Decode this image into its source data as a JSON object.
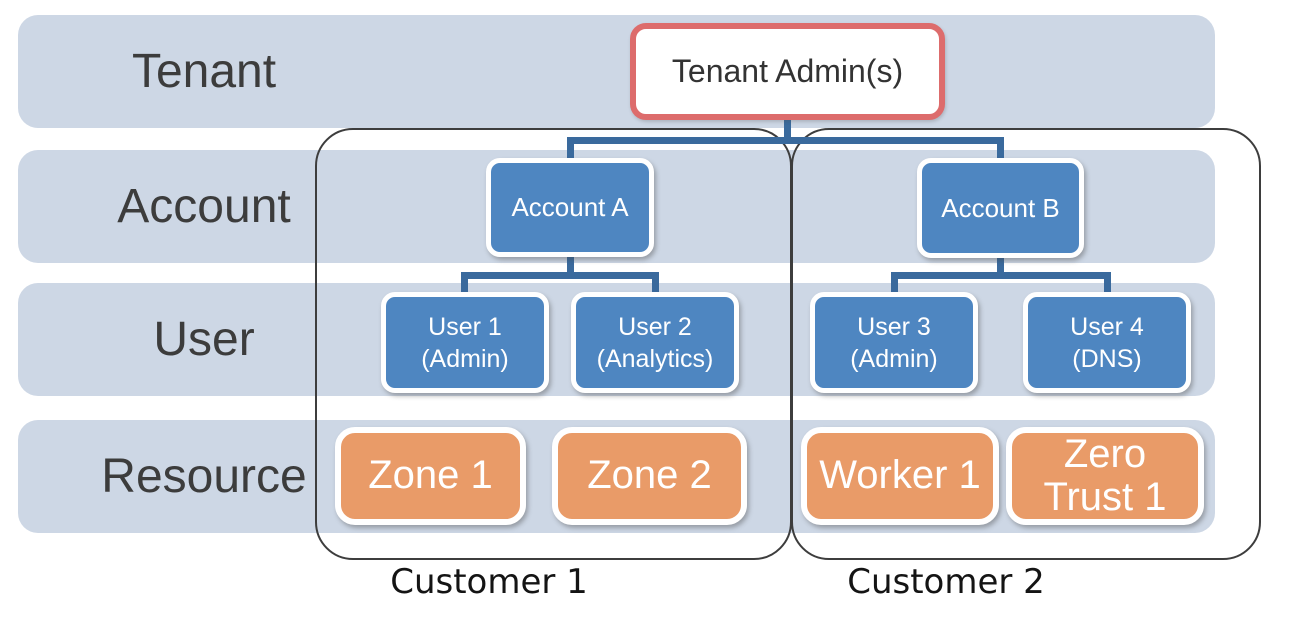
{
  "colors": {
    "band_fill": "#cdd7e5",
    "node_blue": "#4e86c1",
    "node_orange": "#e99b68",
    "tenant_admin_border": "#dd6c6c",
    "connector": "#3a6a9d",
    "outline": "#3d3d3d",
    "band_label_text": "#3c3c3c",
    "node_text": "#ffffff",
    "customer_label_text": "#141414"
  },
  "rows": [
    {
      "label": "Tenant"
    },
    {
      "label": "Account"
    },
    {
      "label": "User"
    },
    {
      "label": "Resource"
    }
  ],
  "tenant_admin": {
    "label": "Tenant Admin(s)"
  },
  "accounts": [
    {
      "label": "Account A"
    },
    {
      "label": "Account B"
    }
  ],
  "users": [
    {
      "line1": "User 1",
      "line2": "(Admin)"
    },
    {
      "line1": "User 2",
      "line2": "(Analytics)"
    },
    {
      "line1": "User 3",
      "line2": "(Admin)"
    },
    {
      "line1": "User 4",
      "line2": "(DNS)"
    }
  ],
  "resources": [
    {
      "label": "Zone 1"
    },
    {
      "label": "Zone 2"
    },
    {
      "label": "Worker 1"
    },
    {
      "label": "Zero Trust 1",
      "line1": "Zero",
      "line2": "Trust 1"
    }
  ],
  "customers": [
    {
      "label": "Customer 1"
    },
    {
      "label": "Customer 2"
    }
  ]
}
